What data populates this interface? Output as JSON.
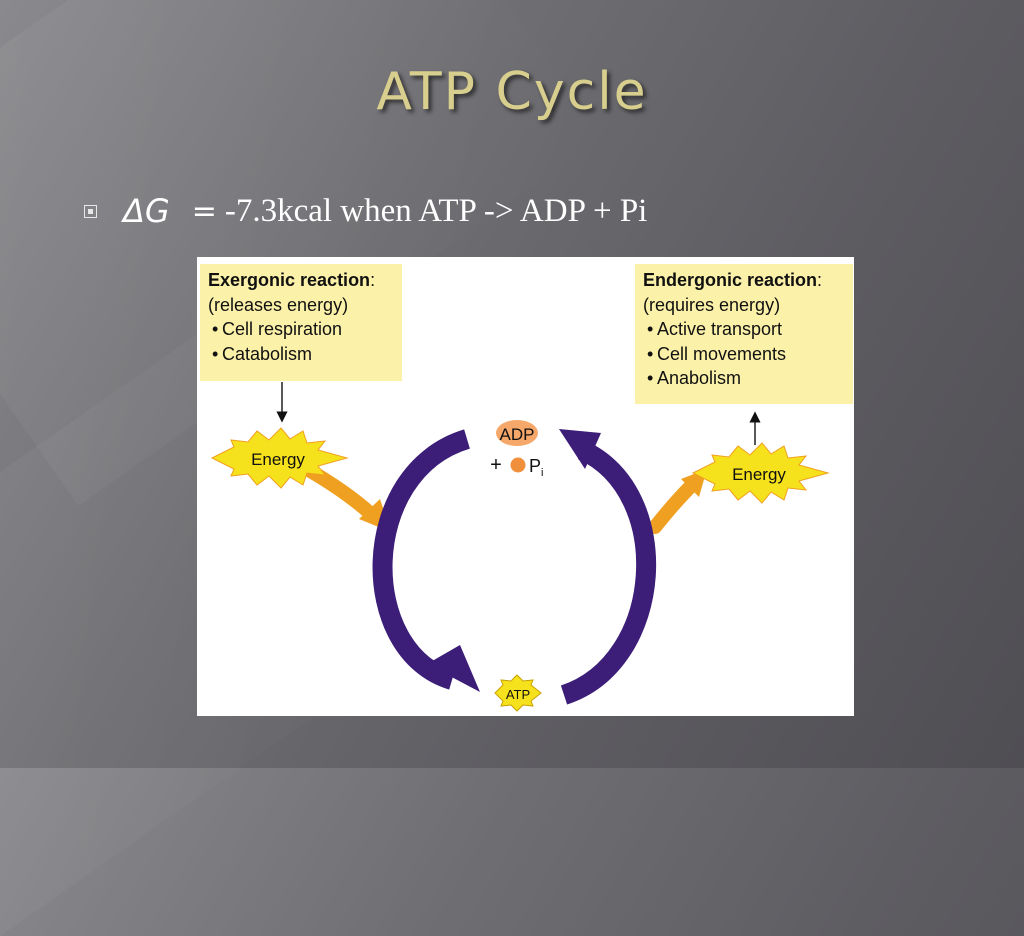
{
  "slide": {
    "title": "ATP Cycle",
    "bullet": {
      "symbol": "ΔG",
      "equals": "=",
      "statement": "-7.3kcal when ATP -> ADP + Pi"
    }
  },
  "diagram": {
    "exergonic": {
      "heading": "Exergonic reaction",
      "colon": ":",
      "subtitle": "(releases energy)",
      "items": [
        "Cell respiration",
        "Catabolism"
      ]
    },
    "endergonic": {
      "heading": "Endergonic reaction",
      "colon": ":",
      "subtitle": "(requires energy)",
      "items": [
        "Active transport",
        "Cell movements",
        "Anabolism"
      ]
    },
    "energy_left": "Energy",
    "energy_right": "Energy",
    "adp": "ADP",
    "plus": "+",
    "p": "P",
    "p_sub": "i",
    "atp": "ATP"
  },
  "colors": {
    "title": "#d8cf8e",
    "cycle_arrow": "#3c1d78",
    "energy_arrow": "#f0a020",
    "starburst": "#f6e21c",
    "box_fill": "#fbf1a9",
    "phosphate": "#f0903c"
  }
}
